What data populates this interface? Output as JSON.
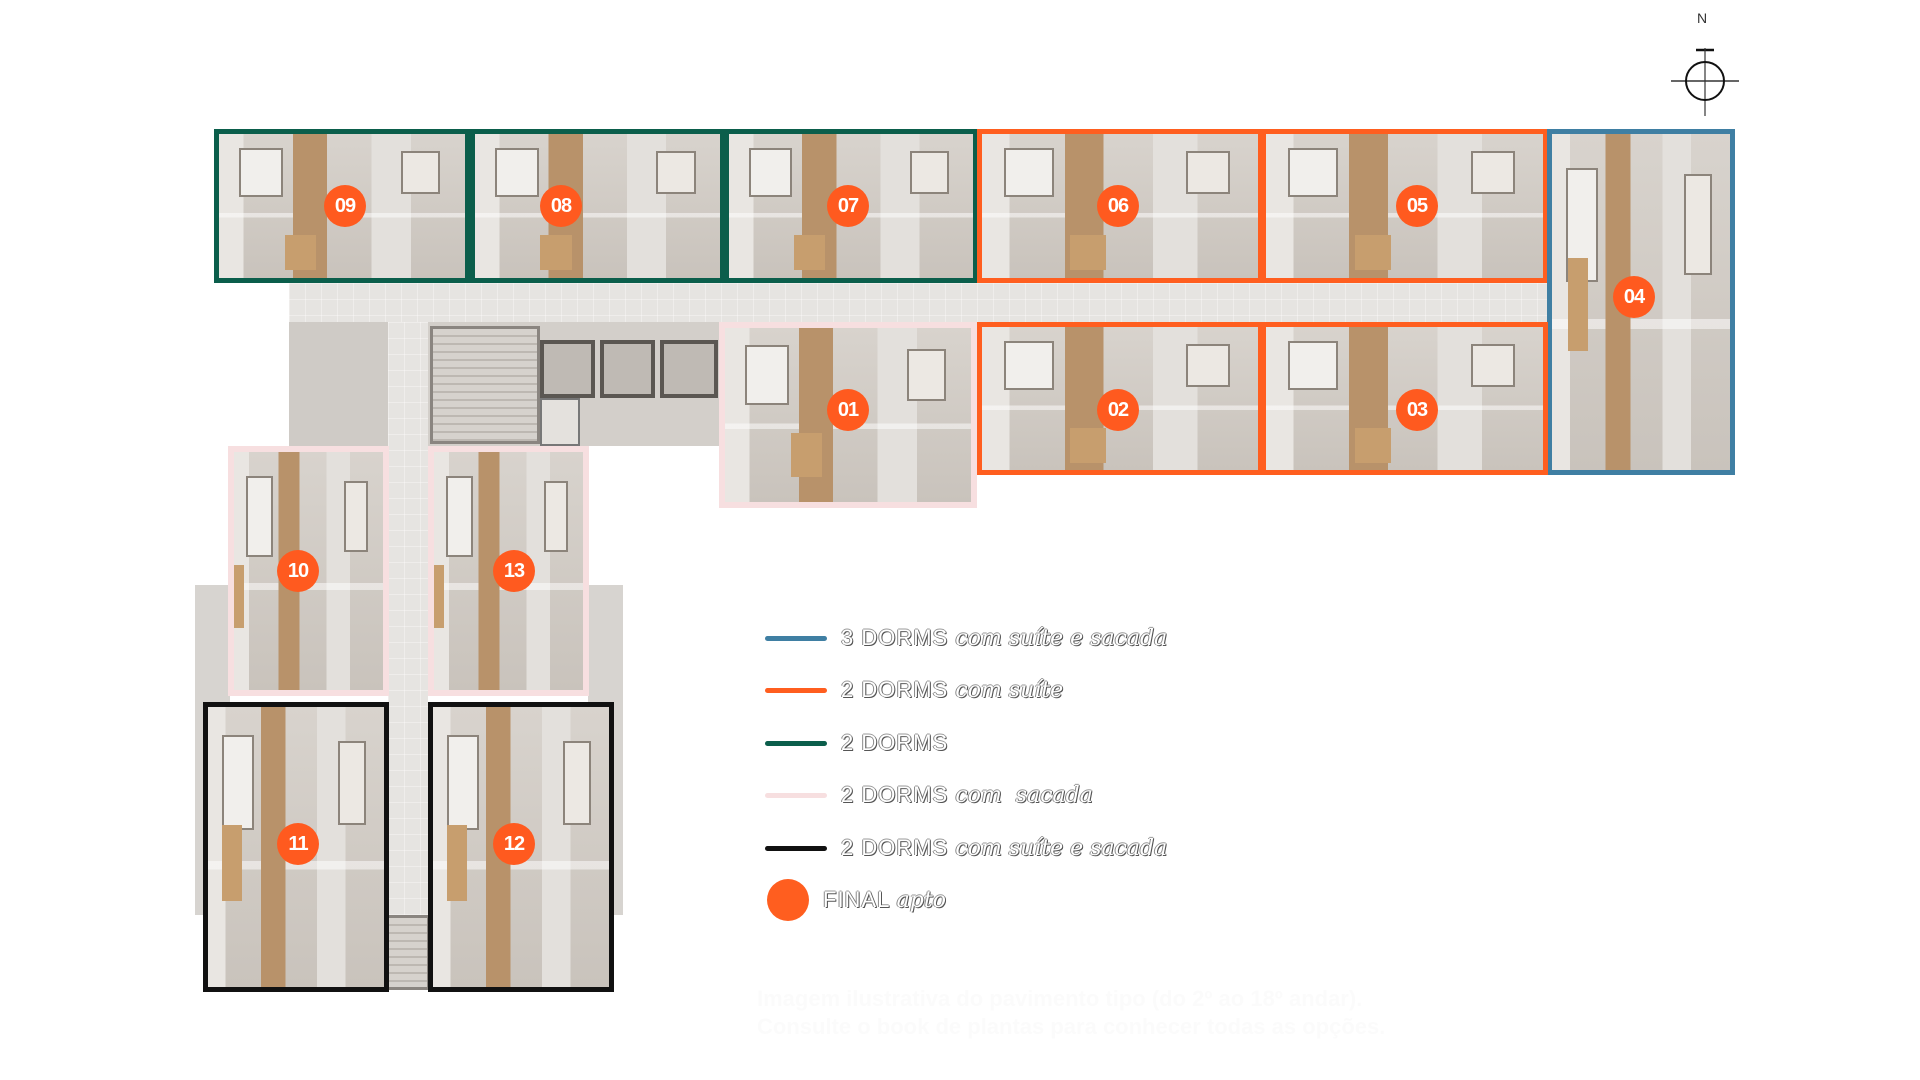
{
  "compass": {
    "label": "N"
  },
  "units": [
    {
      "number": "09",
      "type": "2 DORMS"
    },
    {
      "number": "08",
      "type": "2 DORMS"
    },
    {
      "number": "07",
      "type": "2 DORMS"
    },
    {
      "number": "06",
      "type": "2 DORMS com suíte"
    },
    {
      "number": "05",
      "type": "2 DORMS com suíte"
    },
    {
      "number": "04",
      "type": "3 DORMS com suíte e sacada"
    },
    {
      "number": "01",
      "type": "2 DORMS com sacada"
    },
    {
      "number": "02",
      "type": "2 DORMS com suíte"
    },
    {
      "number": "03",
      "type": "2 DORMS com suíte"
    },
    {
      "number": "10",
      "type": "2 DORMS com sacada"
    },
    {
      "number": "13",
      "type": "2 DORMS com sacada"
    },
    {
      "number": "11",
      "type": "2 DORMS com suíte e sacada"
    },
    {
      "number": "12",
      "type": "2 DORMS com suíte e sacada"
    }
  ],
  "legend": [
    {
      "main": "3 DORMS",
      "detail": "com suíte e sacada",
      "color": "#3f7fa3"
    },
    {
      "main": "2 DORMS",
      "detail": "com suíte",
      "color": "#ff5e1f"
    },
    {
      "main": "2 DORMS",
      "detail": "",
      "color": "#0b5e4b"
    },
    {
      "main": "2 DORMS",
      "detail": "com  sacada",
      "color": "#f7dfe0"
    },
    {
      "main": "2 DORMS",
      "detail": "com suíte e sacada",
      "color": "#111111"
    }
  ],
  "legend_final": {
    "main": "FINAL",
    "detail": "apto",
    "color": "#ff5e1f"
  },
  "note": {
    "line1": "Imagem ilustrativa do pavimento tipo (do 2º ao 18º andar).",
    "line2": "Consulte o book de plantas para conhecer todas as opções."
  }
}
